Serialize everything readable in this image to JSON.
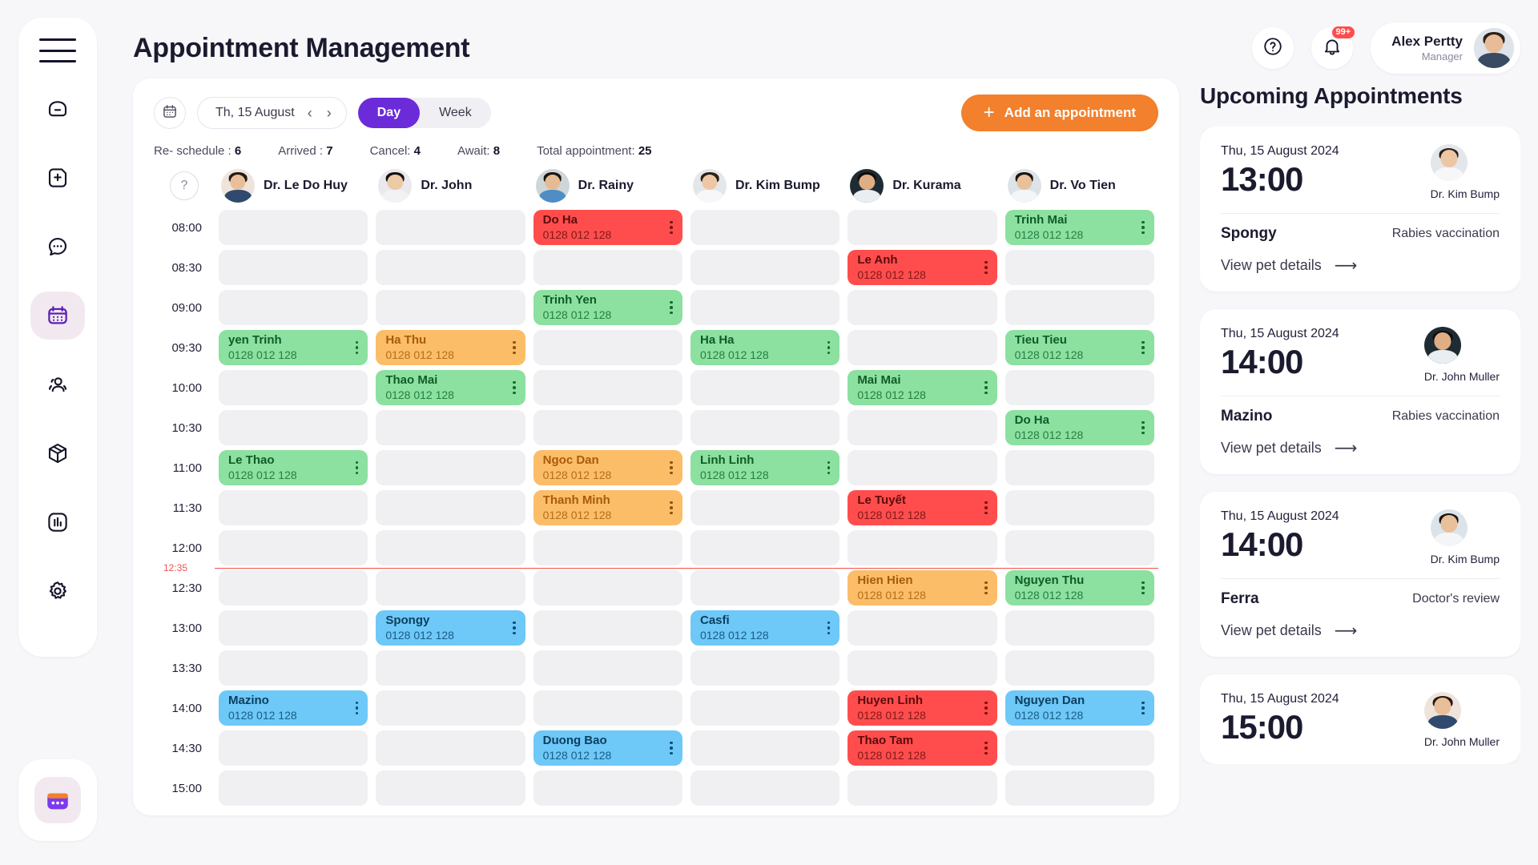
{
  "header": {
    "title": "Appointment Management",
    "help_icon": "question-mark-icon",
    "bell_icon": "bell-icon",
    "notification_badge": "99+",
    "user_name": "Alex Pertty",
    "user_role": "Manager"
  },
  "sidebar": {
    "menu_icon": "hamburger-icon",
    "items": [
      {
        "icon": "home-icon",
        "name": "home",
        "active": false
      },
      {
        "icon": "add-file-icon",
        "name": "add-record",
        "active": false
      },
      {
        "icon": "chat-icon",
        "name": "messages",
        "active": false
      },
      {
        "icon": "calendar-icon",
        "name": "appointments",
        "active": true
      },
      {
        "icon": "users-icon",
        "name": "customers",
        "active": false
      },
      {
        "icon": "box-icon",
        "name": "inventory",
        "active": false
      },
      {
        "icon": "chart-icon",
        "name": "reports",
        "active": false
      },
      {
        "icon": "gear-icon",
        "name": "settings",
        "active": false
      }
    ],
    "bottom_icon": "calendar-app-icon"
  },
  "toolbar": {
    "calendar_icon": "calendar-icon",
    "date_label": "Th, 15 August",
    "prev_icon": "chevron-left-icon",
    "next_icon": "chevron-right-icon",
    "view_day": "Day",
    "view_week": "Week",
    "active_view": "Day",
    "add_label": "Add an appointment",
    "add_plus": "+"
  },
  "stats": [
    {
      "label": "Re- schedule :",
      "value": "6"
    },
    {
      "label": "Arrived :",
      "value": "7"
    },
    {
      "label": "Cancel:",
      "value": "4"
    },
    {
      "label": "Await:",
      "value": "8"
    },
    {
      "label": "Total appointment:",
      "value": "25"
    }
  ],
  "grid": {
    "help_icon": "question-mark-icon",
    "doctors": [
      {
        "name": "Dr. Le Do Huy",
        "avatar": "doctor-le-do-huy-avatar"
      },
      {
        "name": "Dr. John",
        "avatar": "doctor-john-avatar"
      },
      {
        "name": "Dr. Rainy",
        "avatar": "doctor-rainy-avatar"
      },
      {
        "name": "Dr. Kim Bump",
        "avatar": "doctor-kim-bump-avatar"
      },
      {
        "name": "Dr. Kurama",
        "avatar": "doctor-kurama-avatar"
      },
      {
        "name": "Dr. Vo Tien",
        "avatar": "doctor-vo-tien-avatar"
      }
    ],
    "now_time": "12:35",
    "times": [
      "08:00",
      "08:30",
      "09:00",
      "09:30",
      "10:00",
      "10:30",
      "11:00",
      "11:30",
      "12:00",
      "12:30",
      "13:00",
      "13:30",
      "14:00",
      "14:30",
      "15:00"
    ],
    "phone": "0128 012 128",
    "rows": [
      {
        "time": "08:00",
        "cells": [
          null,
          null,
          {
            "name": "Do Ha",
            "phone": "0128 012 128",
            "status": "red"
          },
          null,
          null,
          {
            "name": "Trinh Mai",
            "phone": "0128 012 128",
            "status": "green"
          }
        ]
      },
      {
        "time": "08:30",
        "cells": [
          null,
          null,
          null,
          null,
          {
            "name": "Le Anh",
            "phone": "0128 012 128",
            "status": "red"
          },
          null
        ]
      },
      {
        "time": "09:00",
        "cells": [
          null,
          null,
          {
            "name": "Trinh Yen",
            "phone": "0128 012 128",
            "status": "green"
          },
          null,
          null,
          null
        ]
      },
      {
        "time": "09:30",
        "cells": [
          {
            "name": "yen Trinh",
            "phone": "0128 012 128",
            "status": "green"
          },
          {
            "name": "Ha Thu",
            "phone": "0128 012 128",
            "status": "orange"
          },
          null,
          {
            "name": "Ha Ha",
            "phone": "0128 012 128",
            "status": "green"
          },
          null,
          {
            "name": "Tieu Tieu",
            "phone": "0128 012 128",
            "status": "green"
          }
        ]
      },
      {
        "time": "10:00",
        "cells": [
          null,
          {
            "name": "Thao Mai",
            "phone": "0128 012 128",
            "status": "green"
          },
          null,
          null,
          {
            "name": "Mai Mai",
            "phone": "0128 012 128",
            "status": "green"
          },
          null
        ]
      },
      {
        "time": "10:30",
        "cells": [
          null,
          null,
          null,
          null,
          null,
          {
            "name": "Do Ha",
            "phone": "0128 012 128",
            "status": "green"
          }
        ]
      },
      {
        "time": "11:00",
        "cells": [
          {
            "name": "Le Thao",
            "phone": "0128 012 128",
            "status": "green"
          },
          null,
          {
            "name": "Ngoc Dan",
            "phone": "0128 012 128",
            "status": "orange"
          },
          {
            "name": "Linh Linh",
            "phone": "0128 012 128",
            "status": "green"
          },
          null,
          null
        ]
      },
      {
        "time": "11:30",
        "cells": [
          null,
          null,
          {
            "name": "Thanh Minh",
            "phone": "0128 012 128",
            "status": "orange"
          },
          null,
          {
            "name": "Le Tuyết",
            "phone": "0128 012 128",
            "status": "red"
          },
          null
        ]
      },
      {
        "time": "12:00",
        "cells": [
          null,
          null,
          null,
          null,
          null,
          null
        ]
      },
      {
        "time": "12:30",
        "cells": [
          null,
          null,
          null,
          null,
          {
            "name": "Hien Hien",
            "phone": "0128 012 128",
            "status": "orange"
          },
          {
            "name": "Nguyen Thu",
            "phone": "0128 012 128",
            "status": "green"
          }
        ]
      },
      {
        "time": "13:00",
        "cells": [
          null,
          {
            "name": "Spongy",
            "phone": "0128 012 128",
            "status": "blue"
          },
          null,
          {
            "name": "Casfi",
            "phone": "0128 012 128",
            "status": "blue"
          },
          null,
          null
        ]
      },
      {
        "time": "13:30",
        "cells": [
          null,
          null,
          null,
          null,
          null,
          null
        ]
      },
      {
        "time": "14:00",
        "cells": [
          {
            "name": "Mazino",
            "phone": "0128 012 128",
            "status": "blue"
          },
          null,
          null,
          null,
          {
            "name": "Huyen Linh",
            "phone": "0128 012 128",
            "status": "red"
          },
          {
            "name": "Nguyen Dan",
            "phone": "0128 012 128",
            "status": "blue"
          }
        ]
      },
      {
        "time": "14:30",
        "cells": [
          null,
          null,
          {
            "name": "Duong Bao",
            "phone": "0128 012 128",
            "status": "blue"
          },
          null,
          {
            "name": "Thao Tam",
            "phone": "0128 012 128",
            "status": "red"
          },
          null
        ]
      },
      {
        "time": "15:00",
        "cells": [
          null,
          null,
          null,
          null,
          null,
          null
        ]
      }
    ]
  },
  "upcoming": {
    "title": "Upcoming Appointments",
    "view_link": "View pet details",
    "arrow_icon": "arrow-right-icon",
    "cards": [
      {
        "date": "Thu, 15 August 2024",
        "time": "13:00",
        "doctor": "Dr. Kim Bump",
        "pet": "Spongy",
        "service": "Rabies vaccination",
        "link": "View pet details"
      },
      {
        "date": "Thu, 15 August 2024",
        "time": "14:00",
        "doctor": "Dr. John Muller",
        "pet": "Mazino",
        "service": "Rabies vaccination",
        "link": "View pet details"
      },
      {
        "date": "Thu, 15 August 2024",
        "time": "14:00",
        "doctor": "Dr. Kim Bump",
        "pet": "Ferra",
        "service": "Doctor's review",
        "link": "View pet details"
      },
      {
        "date": "Thu, 15 August 2024",
        "time": "15:00",
        "doctor": "Dr. John Muller",
        "pet": "",
        "service": "",
        "link": "View pet details"
      }
    ]
  },
  "colors": {
    "accent_purple": "#6c2bd9",
    "accent_orange": "#f2802c",
    "status_green": "#8ce0a0",
    "status_red": "#ff4d4d",
    "status_orange": "#fcbd68",
    "status_blue": "#6ec8f8",
    "now_line": "#f2504b",
    "page_bg": "#f7f7fa"
  }
}
